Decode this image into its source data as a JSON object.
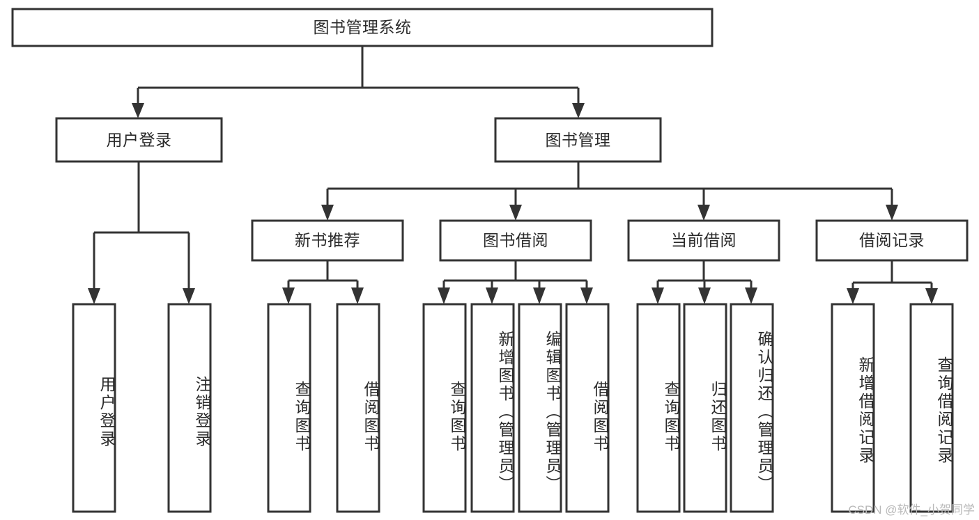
{
  "diagram": {
    "type": "tree-hierarchy-chart",
    "title": "图书管理系统",
    "background_color": "#ffffff",
    "line_color": "#333333",
    "text_color": "#2b2b2b",
    "root": {
      "label": "图书管理系统"
    },
    "level2": [
      {
        "label": "用户登录"
      },
      {
        "label": "图书管理"
      }
    ],
    "level3": [
      {
        "label": "新书推荐"
      },
      {
        "label": "图书借阅"
      },
      {
        "label": "当前借阅"
      },
      {
        "label": "借阅记录"
      }
    ],
    "leaves": {
      "user_login": [
        {
          "label": "用户登录"
        },
        {
          "label": "注销登录"
        }
      ],
      "new_book": [
        {
          "label": "查询图书"
        },
        {
          "label": "借阅图书"
        }
      ],
      "book_borrow": [
        {
          "label": "查询图书"
        },
        {
          "label": "新增图书（管理员）"
        },
        {
          "label": "编辑图书（管理员）"
        },
        {
          "label": "借阅图书"
        }
      ],
      "current_borrow": [
        {
          "label": "查询图书"
        },
        {
          "label": "归还图书"
        },
        {
          "label": "确认归还（管理员）"
        }
      ],
      "borrow_record": [
        {
          "label": "新增借阅记录"
        },
        {
          "label": "查询借阅记录"
        }
      ]
    }
  },
  "watermark": {
    "text": "CSDN @软件_小贺同学"
  }
}
